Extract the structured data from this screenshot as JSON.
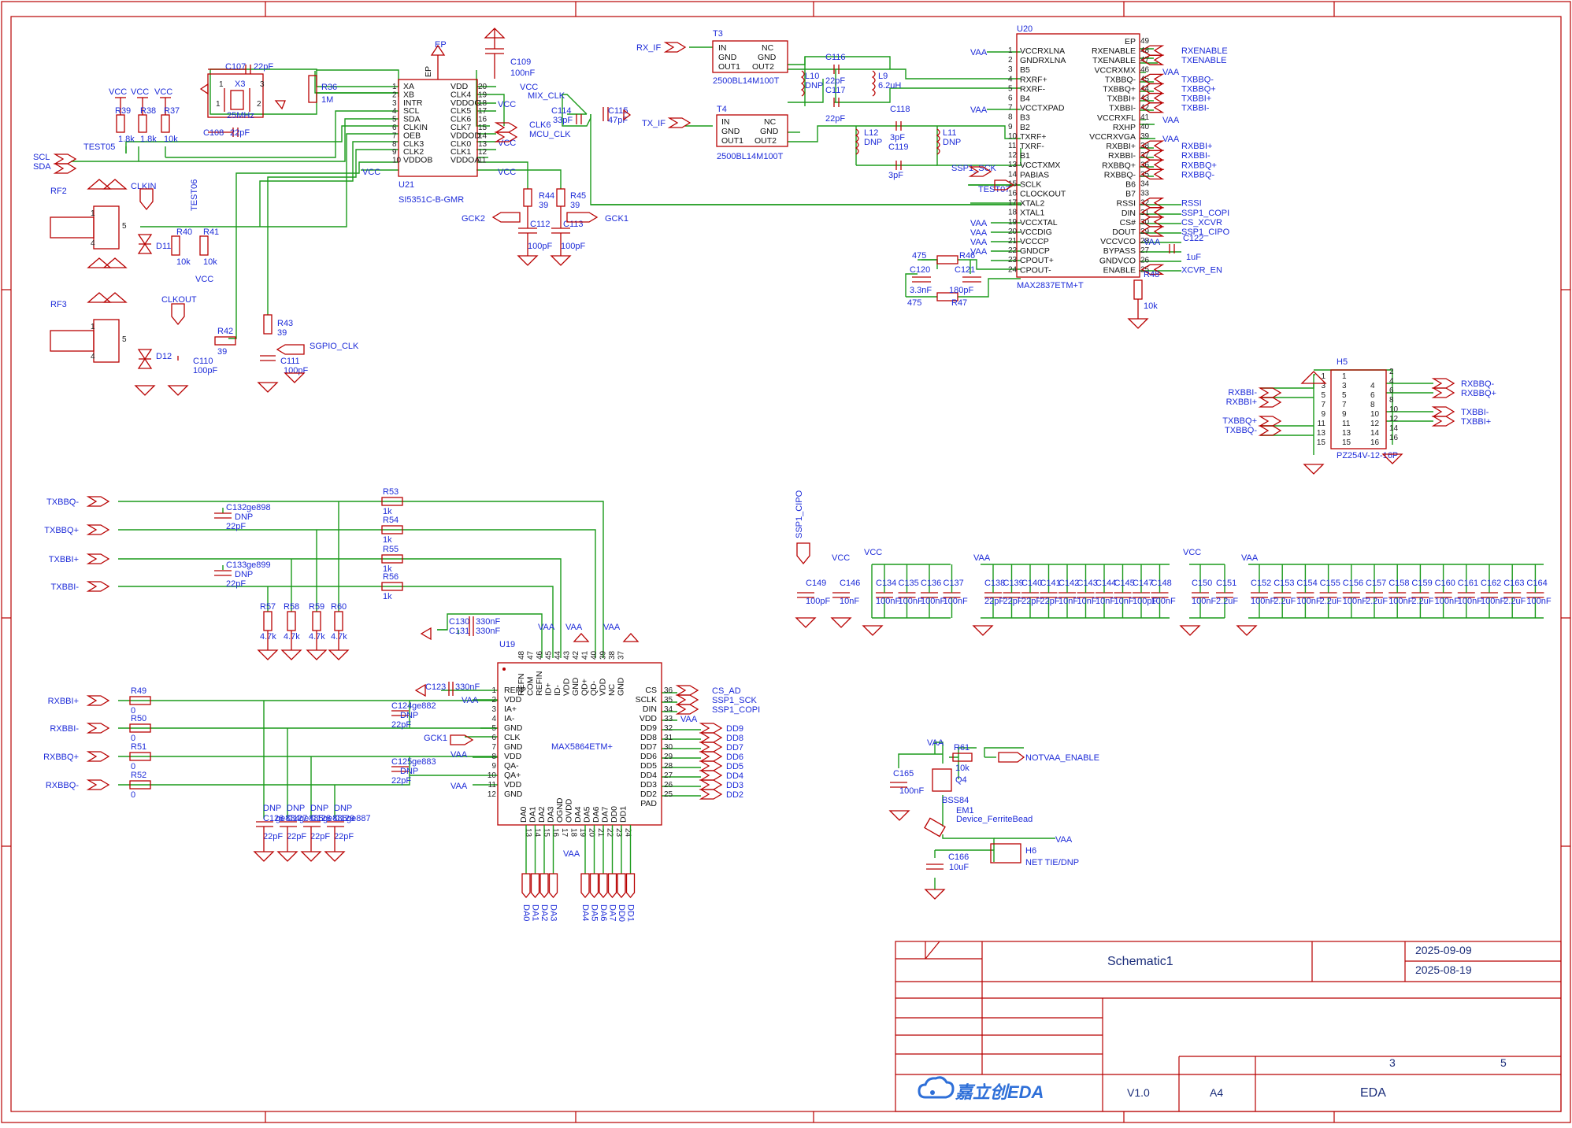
{
  "title_block": {
    "sheet_name": "Schematic1",
    "date1": "2025-09-09",
    "date2": "2025-08-19",
    "version": "V1.0",
    "size": "A4",
    "page": "3",
    "total": "5",
    "company": "EDA",
    "logo_text": "嘉立创EDA"
  },
  "colors": {
    "wire": "#1a9a1a",
    "symbol": "#b80000",
    "label": "#1d2bd8",
    "frame": "#b80000"
  },
  "u20": {
    "ref": "U20",
    "part": "MAX2837ETM+T",
    "left_pins": [
      {
        "n": "1",
        "name": "VCCRXLNA"
      },
      {
        "n": "2",
        "name": "GNDRXLNA"
      },
      {
        "n": "3",
        "name": "B5"
      },
      {
        "n": "4",
        "name": "RXRF+"
      },
      {
        "n": "5",
        "name": "RXRF-"
      },
      {
        "n": "6",
        "name": "B4"
      },
      {
        "n": "7",
        "name": "VCCTXPAD"
      },
      {
        "n": "8",
        "name": "B3"
      },
      {
        "n": "9",
        "name": "B2"
      },
      {
        "n": "10",
        "name": "TXRF+"
      },
      {
        "n": "11",
        "name": "TXRF-"
      },
      {
        "n": "12",
        "name": "B1"
      },
      {
        "n": "13",
        "name": "VCCTXMX"
      },
      {
        "n": "14",
        "name": "PABIAS"
      },
      {
        "n": "15",
        "name": "SCLK"
      },
      {
        "n": "16",
        "name": "CLOCKOUT"
      },
      {
        "n": "17",
        "name": "XTAL2"
      },
      {
        "n": "18",
        "name": "XTAL1"
      },
      {
        "n": "19",
        "name": "VCCXTAL"
      },
      {
        "n": "20",
        "name": "VCCDIG"
      },
      {
        "n": "21",
        "name": "VCCCP"
      },
      {
        "n": "22",
        "name": "GNDCP"
      },
      {
        "n": "23",
        "name": "CPOUT+"
      },
      {
        "n": "24",
        "name": "CPOUT-"
      }
    ],
    "right_pins": [
      {
        "n": "49",
        "name": "EP"
      },
      {
        "n": "48",
        "name": "RXENABLE"
      },
      {
        "n": "47",
        "name": "TXENABLE"
      },
      {
        "n": "46",
        "name": "VCCRXMX"
      },
      {
        "n": "45",
        "name": "TXBBQ-"
      },
      {
        "n": "44",
        "name": "TXBBQ+"
      },
      {
        "n": "43",
        "name": "TXBBI+"
      },
      {
        "n": "42",
        "name": "TXBBI-"
      },
      {
        "n": "41",
        "name": "VCCRXFL"
      },
      {
        "n": "40",
        "name": "RXHP"
      },
      {
        "n": "39",
        "name": "VCCRXVGA"
      },
      {
        "n": "38",
        "name": "RXBBI+"
      },
      {
        "n": "37",
        "name": "RXBBI-"
      },
      {
        "n": "36",
        "name": "RXBBQ+"
      },
      {
        "n": "35",
        "name": "RXBBQ-"
      },
      {
        "n": "34",
        "name": "B6"
      },
      {
        "n": "33",
        "name": "B7"
      },
      {
        "n": "32",
        "name": "RSSI"
      },
      {
        "n": "31",
        "name": "DIN"
      },
      {
        "n": "30",
        "name": "CS#"
      },
      {
        "n": "29",
        "name": "DOUT"
      },
      {
        "n": "28",
        "name": "VCCVCO"
      },
      {
        "n": "27",
        "name": "BYPASS"
      },
      {
        "n": "26",
        "name": "GNDVCO"
      },
      {
        "n": "25",
        "name": "ENABLE"
      }
    ],
    "right_nets": [
      {
        "pin": "48",
        "net": "RXENABLE"
      },
      {
        "pin": "47",
        "net": "TXENABLE"
      },
      {
        "pin": "45",
        "net": "TXBBQ-"
      },
      {
        "pin": "44",
        "net": "TXBBQ+"
      },
      {
        "pin": "43",
        "net": "TXBBI+"
      },
      {
        "pin": "42",
        "net": "TXBBI-"
      },
      {
        "pin": "38",
        "net": "RXBBI+"
      },
      {
        "pin": "37",
        "net": "RXBBI-"
      },
      {
        "pin": "36",
        "net": "RXBBQ+"
      },
      {
        "pin": "35",
        "net": "RXBBQ-"
      },
      {
        "pin": "32",
        "net": "RSSI"
      },
      {
        "pin": "31",
        "net": "SSP1_COPI"
      },
      {
        "pin": "30",
        "net": "CS_XCVR"
      },
      {
        "pin": "29",
        "net": "SSP1_CIPO"
      },
      {
        "pin": "25",
        "net": "XCVR_EN"
      }
    ]
  },
  "u21": {
    "ref": "U21",
    "part": "SI5351C-B-GMR",
    "ep": "EP",
    "left_pins": [
      {
        "n": "1",
        "name": "XA"
      },
      {
        "n": "2",
        "name": "XB"
      },
      {
        "n": "3",
        "name": "INTR"
      },
      {
        "n": "4",
        "name": "SCL"
      },
      {
        "n": "5",
        "name": "SDA"
      },
      {
        "n": "6",
        "name": "CLKIN"
      },
      {
        "n": "7",
        "name": "OEB"
      },
      {
        "n": "8",
        "name": "CLK3"
      },
      {
        "n": "9",
        "name": "CLK2"
      },
      {
        "n": "10",
        "name": "VDDOB"
      }
    ],
    "right_pins": [
      {
        "n": "20",
        "name": "VDD"
      },
      {
        "n": "19",
        "name": "CLK4"
      },
      {
        "n": "18",
        "name": "VDDOC"
      },
      {
        "n": "17",
        "name": "CLK5"
      },
      {
        "n": "16",
        "name": "CLK6"
      },
      {
        "n": "15",
        "name": "CLK7"
      },
      {
        "n": "14",
        "name": "VDDOD"
      },
      {
        "n": "13",
        "name": "CLK0"
      },
      {
        "n": "12",
        "name": "CLK1"
      },
      {
        "n": "11",
        "name": "VDDOA"
      }
    ]
  },
  "u19": {
    "ref": "U19",
    "part": "MAX5864ETM+",
    "left_pins": [
      {
        "n": "1",
        "name": "REFP"
      },
      {
        "n": "2",
        "name": "VDD"
      },
      {
        "n": "3",
        "name": "IA+"
      },
      {
        "n": "4",
        "name": "IA-"
      },
      {
        "n": "5",
        "name": "GND"
      },
      {
        "n": "6",
        "name": "CLK"
      },
      {
        "n": "7",
        "name": "GND"
      },
      {
        "n": "8",
        "name": "VDD"
      },
      {
        "n": "9",
        "name": "QA-"
      },
      {
        "n": "10",
        "name": "QA+"
      },
      {
        "n": "11",
        "name": "VDD"
      },
      {
        "n": "12",
        "name": "GND"
      }
    ],
    "right_pins": [
      {
        "n": "36",
        "name": "CS"
      },
      {
        "n": "35",
        "name": "SCLK"
      },
      {
        "n": "34",
        "name": "DIN"
      },
      {
        "n": "33",
        "name": "VDD"
      },
      {
        "n": "32",
        "name": "DD9"
      },
      {
        "n": "31",
        "name": "DD8"
      },
      {
        "n": "30",
        "name": "DD7"
      },
      {
        "n": "29",
        "name": "DD6"
      },
      {
        "n": "28",
        "name": "DD5"
      },
      {
        "n": "27",
        "name": "DD4"
      },
      {
        "n": "26",
        "name": "DD3"
      },
      {
        "n": "25",
        "name": "DD2"
      },
      {
        "n": "",
        "name": "PAD"
      }
    ],
    "top_pins": [
      {
        "n": "48",
        "name": "REFN"
      },
      {
        "n": "47",
        "name": "COM"
      },
      {
        "n": "46",
        "name": "REFIN"
      },
      {
        "n": "45",
        "name": "ID+"
      },
      {
        "n": "44",
        "name": "ID-"
      },
      {
        "n": "43",
        "name": "VDD"
      },
      {
        "n": "42",
        "name": "GND"
      },
      {
        "n": "41",
        "name": "QD+"
      },
      {
        "n": "40",
        "name": "QD-"
      },
      {
        "n": "39",
        "name": "VDD"
      },
      {
        "n": "38",
        "name": "NC"
      },
      {
        "n": "37",
        "name": "GND"
      }
    ],
    "bottom_pins": [
      {
        "n": "13",
        "name": "DA0"
      },
      {
        "n": "14",
        "name": "DA1"
      },
      {
        "n": "15",
        "name": "DA2"
      },
      {
        "n": "16",
        "name": "DA3"
      },
      {
        "n": "17",
        "name": "OGND"
      },
      {
        "n": "18",
        "name": "OVDD"
      },
      {
        "n": "19",
        "name": "DA4"
      },
      {
        "n": "20",
        "name": "DA5"
      },
      {
        "n": "21",
        "name": "DA6"
      },
      {
        "n": "22",
        "name": "DA7"
      },
      {
        "n": "23",
        "name": "DD0"
      },
      {
        "n": "24",
        "name": "DD1"
      }
    ],
    "right_nets": [
      "CS_AD",
      "SSP1_SCK",
      "SSP1_COPI",
      "VAA",
      "DD9",
      "DD8",
      "DD7",
      "DD6",
      "DD5",
      "DD4",
      "DD3",
      "DD2"
    ],
    "bottom_nets_a": [
      "DA0",
      "DA1",
      "DA2",
      "DA3"
    ],
    "bottom_nets_b": [
      "DA4",
      "DA5",
      "DA6",
      "DA7",
      "DD0",
      "DD1"
    ]
  },
  "h5": {
    "ref": "H5",
    "part": "PZ254V-12-16P",
    "left_nums": [
      "1",
      "3",
      "5",
      "7",
      "9",
      "11",
      "13",
      "15"
    ],
    "right_nums": [
      "2",
      "4",
      "6",
      "8",
      "10",
      "12",
      "14",
      "16"
    ],
    "mid_left": [
      "1",
      "3",
      "5",
      "7",
      "9",
      "11",
      "13",
      "15"
    ],
    "mid_right": [
      "4",
      "6",
      "8",
      "10",
      "12",
      "14",
      "16"
    ],
    "left_nets": [
      "RXBBI-",
      "RXBBI+",
      "TXBBQ+",
      "TXBBQ-"
    ],
    "right_nets": [
      "RXBBQ-",
      "RXBBQ+",
      "TXBBI-",
      "TXBBI+"
    ]
  },
  "baluns": {
    "t3": {
      "ref": "T3",
      "part": "2500BL14M100T",
      "pins": [
        "IN",
        "GND",
        "OUT1",
        "NC",
        "GND",
        "OUT2"
      ]
    },
    "t4": {
      "ref": "T4",
      "part": "2500BL14M100T",
      "pins": [
        "IN",
        "GND",
        "OUT1",
        "NC",
        "GND",
        "OUT2"
      ]
    }
  },
  "nets_top": {
    "rx_if": "RX_IF",
    "tx_if": "TX_IF",
    "mix_clk": "MIX_CLK",
    "mcu_clk": "MCU_CLK",
    "clk6": "CLK6",
    "ssp1_sck": "SSP1_SCK",
    "gck2": "GCK2",
    "gck1": "GCK1",
    "sgpio_clk": "SGPIO_CLK",
    "scl": "SCL",
    "sda": "SDA",
    "clkin": "CLKIN",
    "clkout": "CLKOUT",
    "test05": "TEST05",
    "test06": "TEST06",
    "test07": "TEST07",
    "rf2": "RF2",
    "rf3": "RF3",
    "vcc": "VCC",
    "vaa": "VAA",
    "ssp1_cipo": "SSP1_CIPO",
    "notvaa": "NOTVAA_ENABLE"
  },
  "components": [
    {
      "ref": "C107",
      "val": "22pF"
    },
    {
      "ref": "X3",
      "val": "25MHz"
    },
    {
      "ref": "C108",
      "val": "22pF"
    },
    {
      "ref": "R36",
      "val": "1M"
    },
    {
      "ref": "R39",
      "val": "1.8k"
    },
    {
      "ref": "R38",
      "val": "1.8k"
    },
    {
      "ref": "R37",
      "val": "10k"
    },
    {
      "ref": "C109",
      "val": "100nF"
    },
    {
      "ref": "C114",
      "val": "33pF"
    },
    {
      "ref": "C115",
      "val": "47pF"
    },
    {
      "ref": "C116",
      "val": "22pF"
    },
    {
      "ref": "C117",
      "val": "22pF"
    },
    {
      "ref": "L10",
      "val": "DNP"
    },
    {
      "ref": "L9",
      "val": "6.2uH"
    },
    {
      "ref": "C118",
      "val": "3pF"
    },
    {
      "ref": "C119",
      "val": "3pF"
    },
    {
      "ref": "L12",
      "val": "DNP"
    },
    {
      "ref": "L11",
      "val": "DNP"
    },
    {
      "ref": "R44",
      "val": "39"
    },
    {
      "ref": "R45",
      "val": "39"
    },
    {
      "ref": "C112",
      "val": "100pF"
    },
    {
      "ref": "C113",
      "val": "100pF"
    },
    {
      "ref": "R40",
      "val": "10k"
    },
    {
      "ref": "R41",
      "val": "10k"
    },
    {
      "ref": "D11",
      "val": ""
    },
    {
      "ref": "D12",
      "val": ""
    },
    {
      "ref": "R42",
      "val": "39"
    },
    {
      "ref": "R43",
      "val": "39"
    },
    {
      "ref": "C110",
      "val": "100pF"
    },
    {
      "ref": "C111",
      "val": "100pF"
    },
    {
      "ref": "R46",
      "val": "475"
    },
    {
      "ref": "R47",
      "val": "475"
    },
    {
      "ref": "C120",
      "val": "3.3nF"
    },
    {
      "ref": "C121",
      "val": "180pF"
    },
    {
      "ref": "C122",
      "val": "1uF"
    },
    {
      "ref": "R48",
      "val": "10k"
    },
    {
      "ref": "R53",
      "val": "1k"
    },
    {
      "ref": "R54",
      "val": "1k"
    },
    {
      "ref": "R55",
      "val": "1k"
    },
    {
      "ref": "R56",
      "val": "1k"
    },
    {
      "ref": "R57",
      "val": "4.7k"
    },
    {
      "ref": "R58",
      "val": "4.7k"
    },
    {
      "ref": "R59",
      "val": "4.7k"
    },
    {
      "ref": "R60",
      "val": "4.7k"
    },
    {
      "ref": "C130",
      "val": "330nF"
    },
    {
      "ref": "C131",
      "val": "330nF"
    },
    {
      "ref": "C123",
      "val": "330nF"
    },
    {
      "ref": "R49",
      "val": "0"
    },
    {
      "ref": "R50",
      "val": "0"
    },
    {
      "ref": "R51",
      "val": "0"
    },
    {
      "ref": "R52",
      "val": "0"
    },
    {
      "ref": "R61",
      "val": "10k"
    },
    {
      "ref": "C165",
      "val": "100nF"
    },
    {
      "ref": "Q4",
      "val": "BSS84"
    },
    {
      "ref": "EM1",
      "val": "Device_FerriteBead"
    },
    {
      "ref": "C166",
      "val": "10uF"
    },
    {
      "ref": "H6",
      "val": "NET TIE/DNP"
    },
    {
      "ref": "C149",
      "val": "100pF"
    },
    {
      "ref": "C146",
      "val": "10nF"
    }
  ],
  "cap_banks": {
    "vcc_a": {
      "refs": [
        "C134",
        "C135",
        "C136",
        "C137"
      ],
      "vals": [
        "100nF",
        "100nF",
        "100nF",
        "100nF"
      ]
    },
    "vaa_a": {
      "refs": [
        "C138",
        "C139",
        "C140",
        "C141",
        "C142",
        "C143",
        "C144",
        "C145",
        "C147",
        "C148"
      ],
      "vals": [
        "22pF",
        "22pF",
        "22pF",
        "22pF",
        "10nF",
        "10nF",
        "10nF",
        "10nF",
        "100pF",
        "100nF"
      ]
    },
    "vcc_b": {
      "refs": [
        "C150",
        "C151"
      ],
      "vals": [
        "100nF",
        "2.2uF"
      ]
    },
    "vaa_b": {
      "refs": [
        "C152",
        "C153",
        "C154",
        "C155",
        "C156",
        "C157",
        "C158",
        "C159",
        "C160",
        "C161",
        "C162",
        "C163",
        "C164"
      ],
      "vals": [
        "100nF",
        "2.2uF",
        "100nF",
        "2.2uF",
        "100nF",
        "2.2uF",
        "100nF",
        "2.2uF",
        "100nF",
        "100nF",
        "100nF",
        "2.2uF",
        "100nF"
      ]
    }
  },
  "filter_caps": [
    {
      "ref": "C132",
      "tag": "ge898",
      "val": "22pF"
    },
    {
      "ref": "C133",
      "tag": "ge899",
      "val": "22pF"
    },
    {
      "ref": "C124",
      "tag": "ge882",
      "val": "22pF"
    },
    {
      "ref": "C125",
      "tag": "ge883",
      "val": "22pF"
    }
  ],
  "bottom_caps": [
    {
      "ref": "C126",
      "tag": "ge884"
    },
    {
      "ref": "C127",
      "tag": "ge885"
    },
    {
      "ref": "C128",
      "tag": "ge886"
    },
    {
      "ref": "C129",
      "tag": "ge887"
    }
  ],
  "dnp": "DNP",
  "nets_bottom": [
    "TXBBQ-",
    "TXBBQ+",
    "TXBBI+",
    "TXBBI-",
    "RXBBI+",
    "RXBBI-",
    "RXBBQ+",
    "RXBBQ-"
  ]
}
